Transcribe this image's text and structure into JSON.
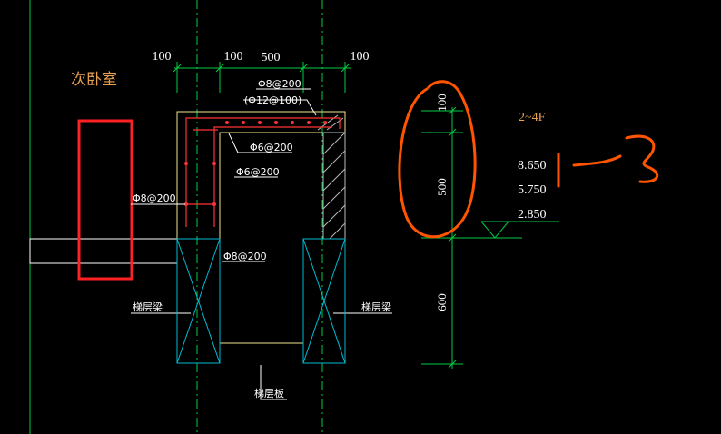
{
  "room_label": "次卧室",
  "top_dims": [
    "100",
    "100",
    "500",
    "100"
  ],
  "rebar_labels": {
    "top_main": "Φ8@200",
    "top_sub": "(Φ12@100)",
    "inner_top": "Φ6@200",
    "inner_mid": "Φ6@200",
    "left_wall": "Φ8@200",
    "center": "Φ8@200"
  },
  "beam_labels": {
    "left": "梯层梁",
    "right": "梯层梁",
    "bottom": "梯层板"
  },
  "right_dims": [
    "100",
    "500",
    "600"
  ],
  "floor_label": "2~4F",
  "elevations": [
    "8.650",
    "5.750",
    "2.850"
  ],
  "colors": {
    "background": "#000000",
    "grid": "#00cc44",
    "outline": "#f0e68c",
    "hatch": "#bbbbbb",
    "rebar": "#ff3333",
    "beam": "#00bcd4",
    "dim_text": "#ffffff",
    "room_text": "#e8a050",
    "markup_red": "#ff2222",
    "markup_orange": "#ff5500"
  }
}
